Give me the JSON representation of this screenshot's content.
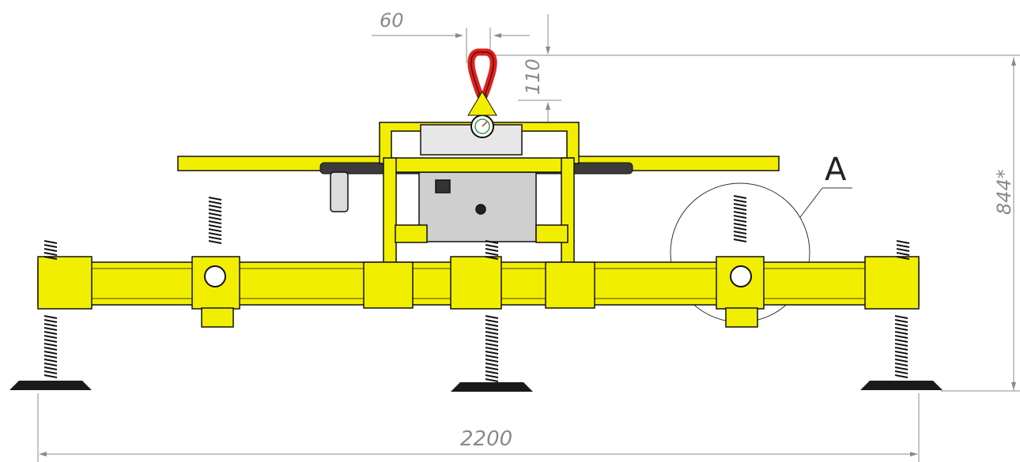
{
  "dimensions": {
    "top_width": "60",
    "shackle_height": "110",
    "overall_height": "844*",
    "overall_width": "2200"
  },
  "callout": {
    "label": "A"
  },
  "colors": {
    "frame_yellow": "#f2ee00",
    "frame_outline": "#111111",
    "gauge_gray": "#cfcfcf",
    "shackle_red": "#e0201c",
    "dimension_gray": "#8a8a8a",
    "suction_cup_black": "#1a1a1a"
  }
}
